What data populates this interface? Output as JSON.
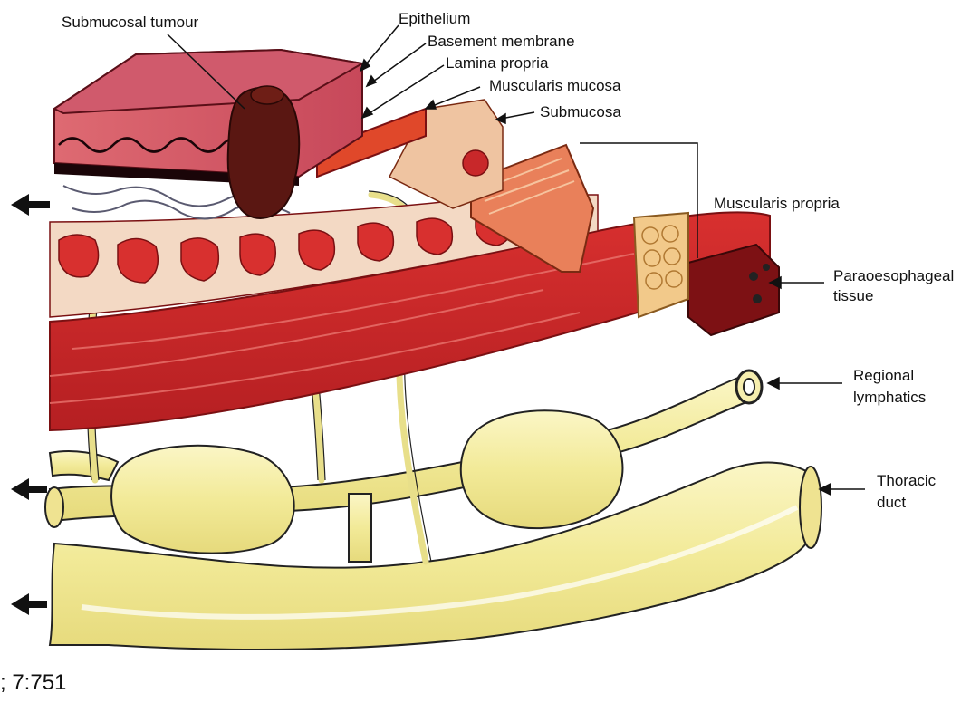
{
  "diagram": {
    "labels": {
      "submucosal_tumour": "Submucosal tumour",
      "epithelium": "Epithelium",
      "basement_membrane": "Basement membrane",
      "lamina_propria": "Lamina propria",
      "muscularis_mucosa": "Muscularis mucosa",
      "submucosa": "Submucosa",
      "muscularis_propria": "Muscularis propria",
      "paraoesophageal_line1": "Paraoesophageal",
      "paraoesophageal_line2": "tissue",
      "regional_lymphatics_line1": "Regional",
      "regional_lymphatics_line2": "lymphatics",
      "thoracic_duct_line1": "Thoracic",
      "thoracic_duct_line2": "duct"
    },
    "caption_fragment": "; 7:751",
    "colors": {
      "epithelium": "#d3565e",
      "muscle": "#c8282a",
      "muscle_dark": "#8a1417",
      "submucosa": "#f3d9c4",
      "lymph_vessel": "#f3eea0",
      "tumour": "#5a1712"
    }
  }
}
